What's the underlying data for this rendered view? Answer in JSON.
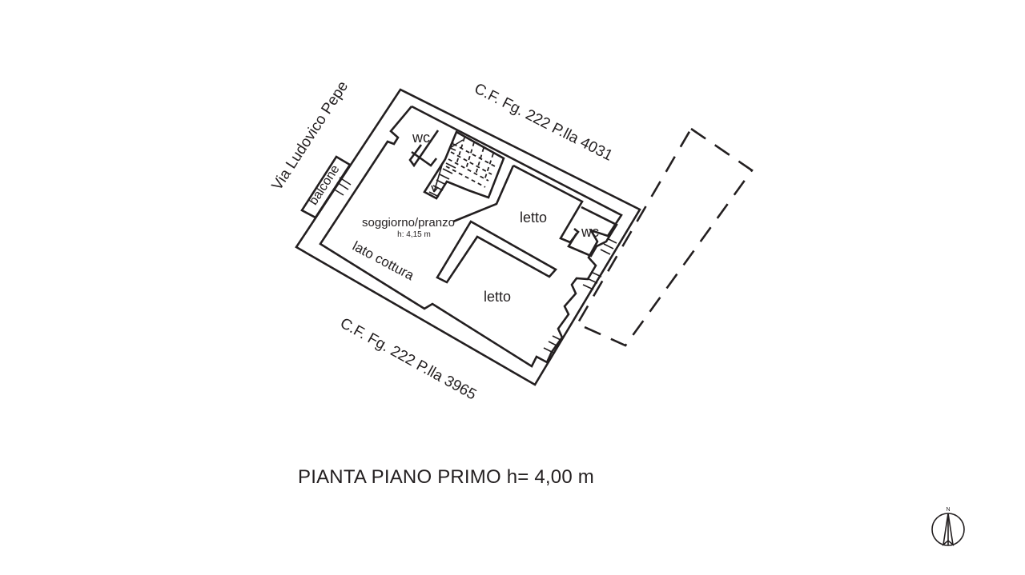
{
  "plan": {
    "title": "PIANTA PIANO PRIMO h= 4,00 m",
    "street_label": "Via Ludovico Pepe",
    "parcel_north": "C.F. Fg. 222 P.lla 4031",
    "parcel_south": "C.F. Fg. 222 P.lla 3965",
    "rooms": {
      "balcony": "balcone",
      "wc_1": "wc",
      "wc_2": "wc",
      "living": "soggiorno/pranzo",
      "living_height": "h: 4,15 m",
      "kitchen": "lato cottura",
      "bedroom_1": "letto",
      "bedroom_2": "letto"
    },
    "compass_letter": "N"
  },
  "colors": {
    "ink": "#231f20",
    "background": "#ffffff"
  }
}
